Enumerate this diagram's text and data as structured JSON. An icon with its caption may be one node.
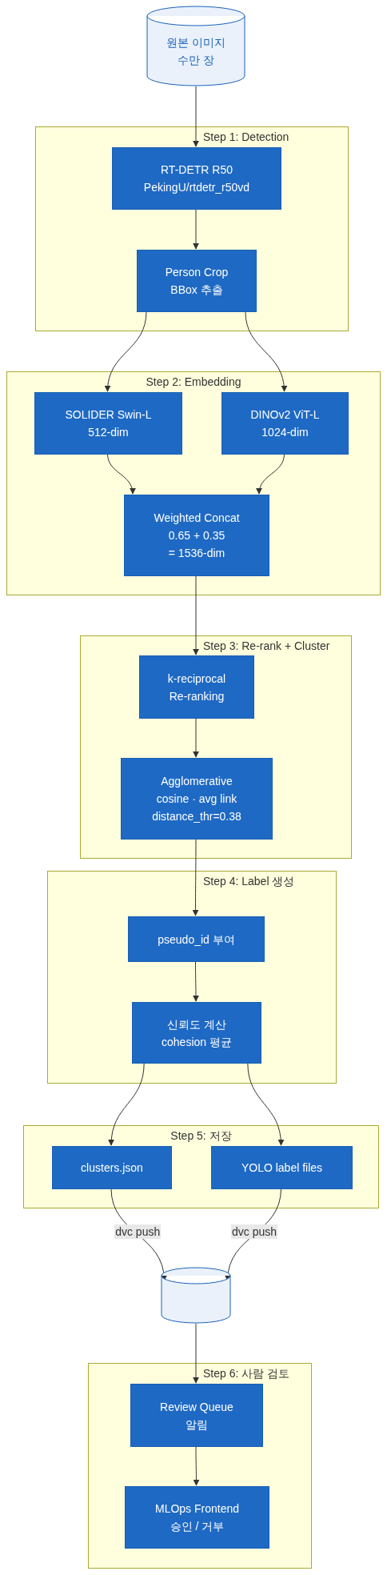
{
  "diagram": {
    "nodes": [
      {
        "text": [
          "원본 이미지",
          "수만 장"
        ]
      },
      {
        "text": [
          "Step 1: Detection"
        ]
      },
      {
        "text": [
          "RT-DETR R50",
          "PekingU/rtdetr_r50vd"
        ],
        "in": 1
      },
      {
        "text": [
          "Person Crop",
          "BBox 추출"
        ],
        "in": 1
      },
      {
        "text": [
          "Step 2: Embedding"
        ]
      },
      {
        "text": [
          "SOLIDER Swin-L",
          "512-dim"
        ],
        "in": 4
      },
      {
        "text": [
          "DINOv2 ViT-L",
          "1024-dim"
        ],
        "in": 4
      },
      {
        "text": [
          "Weighted Concat",
          "0.65 + 0.35",
          "= 1536-dim"
        ],
        "in": 4
      },
      {
        "text": [
          "Step 3: Re-rank + Cluster"
        ]
      },
      {
        "text": [
          "k-reciprocal",
          "Re-ranking"
        ],
        "in": 8
      },
      {
        "text": [
          "Agglomerative",
          "cosine · avg link",
          "distance_thr=0.38"
        ],
        "in": 8
      },
      {
        "text": [
          "Step 4: Label 생성"
        ]
      },
      {
        "text": [
          "pseudo_id 부여"
        ],
        "in": 11
      },
      {
        "text": [
          "신뢰도 계산",
          "cohesion 평균"
        ],
        "in": 11
      },
      {
        "text": [
          "Step 5: 저장"
        ]
      },
      {
        "text": [
          "clusters.json"
        ],
        "in": 14
      },
      {
        "text": [
          "YOLO label files"
        ],
        "in": 14
      },
      {
        "text": [],
        "shape": "cylinder"
      },
      {
        "text": [
          "Step 6: 사람 검토"
        ]
      },
      {
        "text": [
          "Review Queue",
          "알림"
        ],
        "in": 18
      },
      {
        "text": [
          "MLOps Frontend",
          "승인 / 거부"
        ],
        "in": 18
      }
    ],
    "edges": [
      {
        "from": 0,
        "to": 2,
        "arrow": "to"
      },
      {
        "from": 2,
        "to": 3,
        "arrow": "to"
      },
      {
        "from": 3,
        "to": 5,
        "arrow": "to"
      },
      {
        "from": 3,
        "to": 6,
        "arrow": "to"
      },
      {
        "from": 5,
        "to": 7,
        "arrow": "to"
      },
      {
        "from": 6,
        "to": 7,
        "arrow": "to"
      },
      {
        "from": 7,
        "to": 9,
        "arrow": "to"
      },
      {
        "from": 9,
        "to": 10,
        "arrow": "to"
      },
      {
        "from": 10,
        "to": 12,
        "arrow": "to"
      },
      {
        "from": 12,
        "to": 13,
        "arrow": "to"
      },
      {
        "from": 13,
        "to": 15,
        "arrow": "to"
      },
      {
        "from": 13,
        "to": 16,
        "arrow": "to"
      },
      {
        "from": 15,
        "to": 17,
        "arrow": "to",
        "label": "dvc push"
      },
      {
        "from": 16,
        "to": 17,
        "arrow": "to",
        "label": "dvc push"
      },
      {
        "from": 17,
        "to": 19,
        "arrow": "to"
      },
      {
        "from": 19,
        "to": 20,
        "arrow": "to"
      }
    ]
  }
}
